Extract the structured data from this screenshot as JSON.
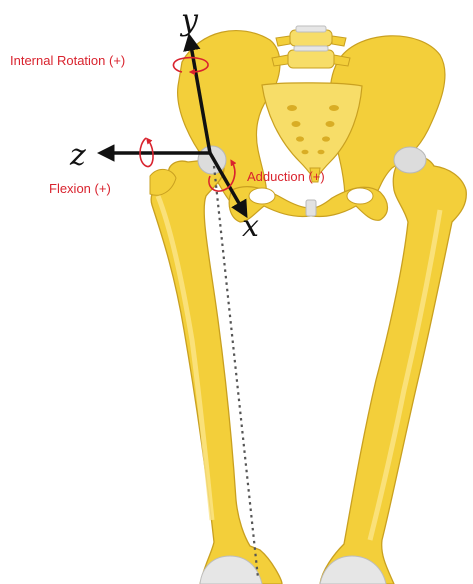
{
  "labels": {
    "internal_rotation": "Internal Rotation (+)",
    "flexion": "Flexion (+)",
    "adduction": "Adduction (+)"
  },
  "axes": {
    "y": "y",
    "z": "z",
    "x": "x"
  },
  "colors": {
    "bone_fill": "#f3cf3a",
    "bone_shade": "#e2b92a",
    "bone_light": "#fbe58a",
    "cartilage": "#dcdcdc",
    "annotation_red": "#d9232e",
    "axis_black": "#111111"
  },
  "icons": [
    "rotation-arrow-icon",
    "axis-arrow-icon"
  ]
}
